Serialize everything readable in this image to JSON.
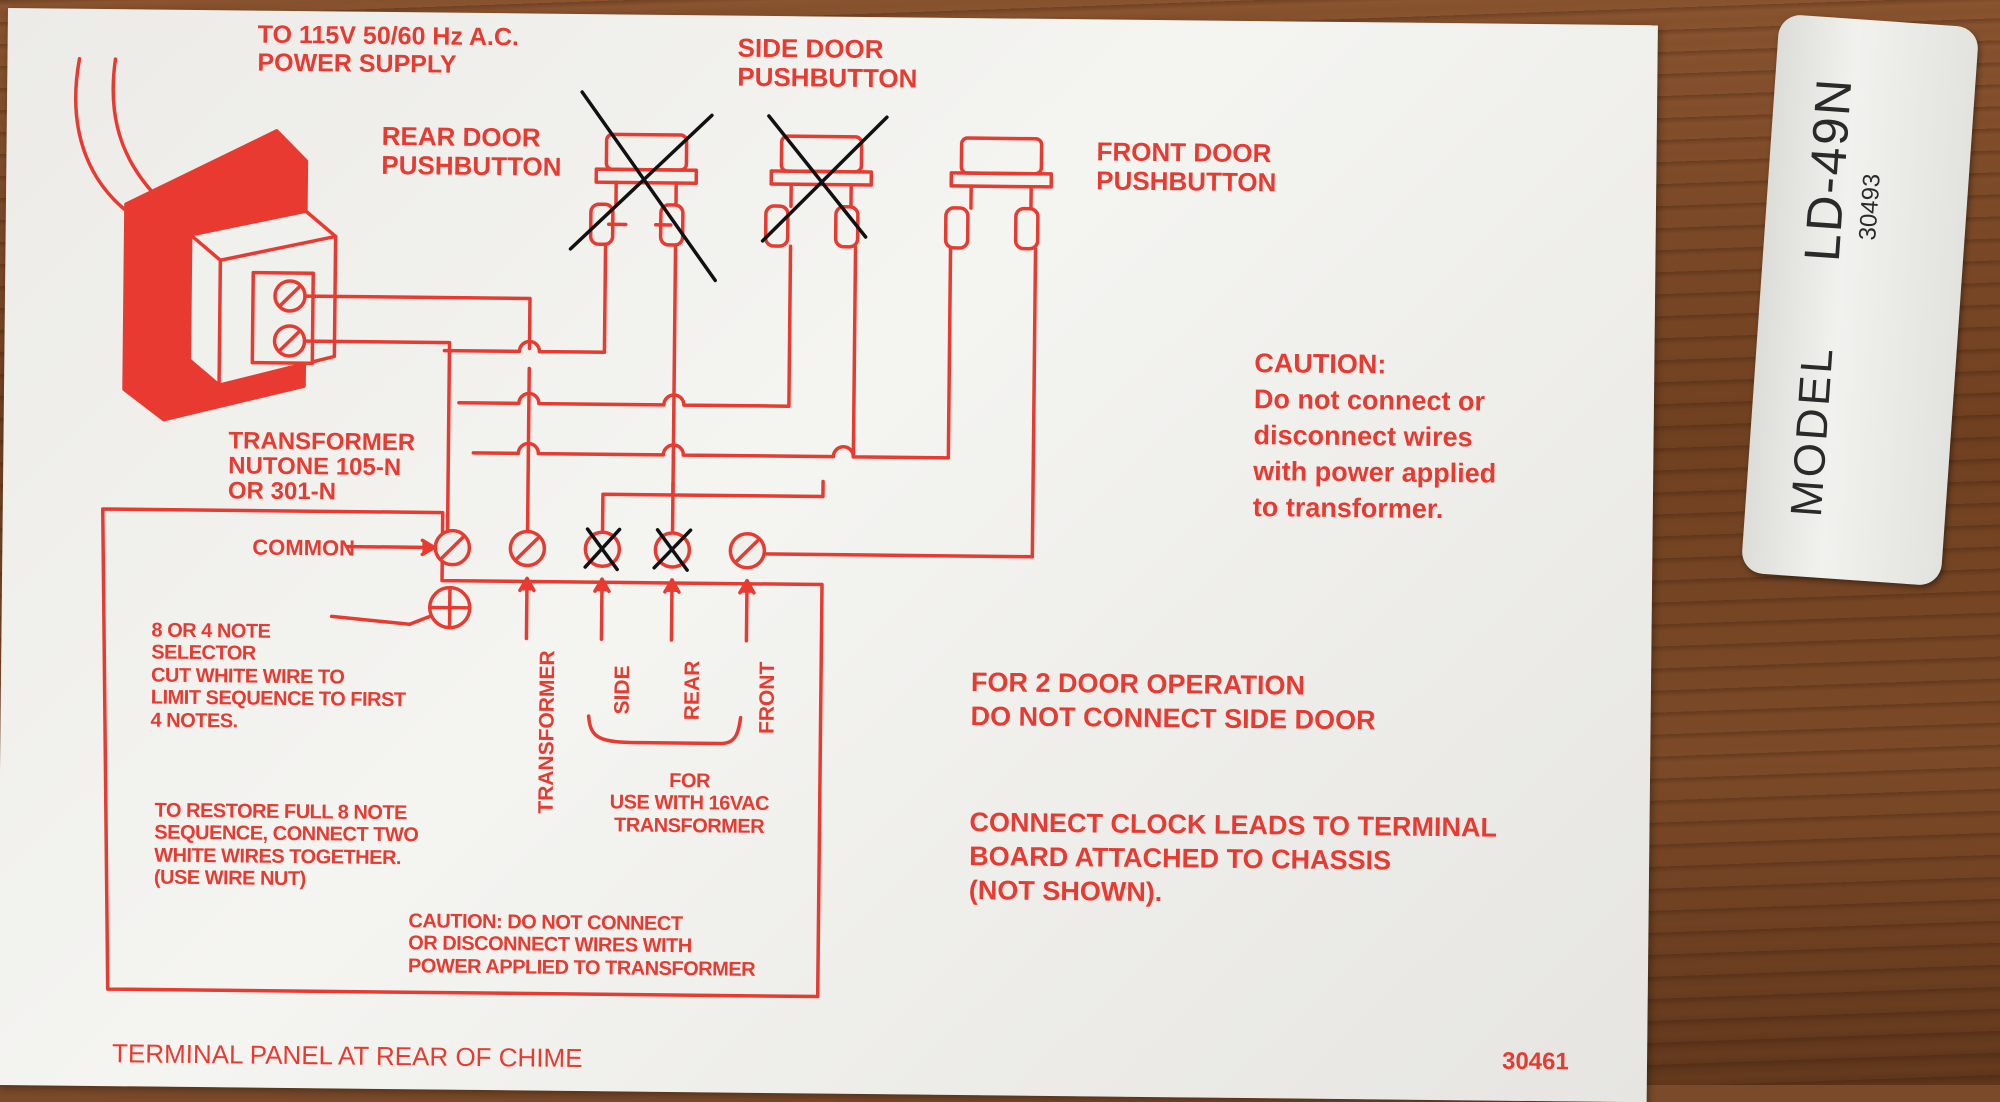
{
  "labels": {
    "power_supply": "TO 115V 50/60 Hz A.C.\nPOWER SUPPLY",
    "side_door_pushbutton": "SIDE DOOR\nPUSHBUTTON",
    "rear_door_pushbutton": "REAR DOOR\nPUSHBUTTON",
    "front_door_pushbutton": "FRONT DOOR\nPUSHBUTTON",
    "caution_right": "CAUTION:\nDo not connect or\ndisconnect wires\nwith power applied\nto transformer.",
    "transformer": "TRANSFORMER\nNUTONE 105-N\nOR 301-N",
    "common": "COMMON",
    "selector": "8 OR 4 NOTE\nSELECTOR\nCUT WHITE WIRE TO\nLIMIT SEQUENCE TO FIRST\n4 NOTES.",
    "restore": "TO RESTORE FULL 8 NOTE\nSEQUENCE, CONNECT TWO\nWHITE WIRES TOGETHER.\n(USE WIRE NUT)",
    "term_transformer": "TRANSFORMER",
    "term_side": "SIDE",
    "term_rear": "REAR",
    "term_front": "FRONT",
    "for_16vac": "FOR\nUSE WITH 16VAC\nTRANSFORMER",
    "caution_bottom": "CAUTION: DO NOT CONNECT\nOR DISCONNECT WIRES WITH\nPOWER APPLIED TO TRANSFORMER",
    "two_door": "FOR 2 DOOR OPERATION\nDO NOT CONNECT SIDE DOOR",
    "clock": "CONNECT CLOCK LEADS TO TERMINAL\nBOARD ATTACHED TO CHASSIS\n(NOT SHOWN).",
    "terminal_panel": "TERMINAL PANEL AT REAR OF CHIME",
    "part_number": "30461"
  },
  "model_tag": {
    "model_label": "MODEL",
    "model_number": "LD-49N",
    "serial": "30493"
  },
  "colors": {
    "ink": "#e83a30",
    "marker": "#111111",
    "card": "#f0f0ed"
  }
}
